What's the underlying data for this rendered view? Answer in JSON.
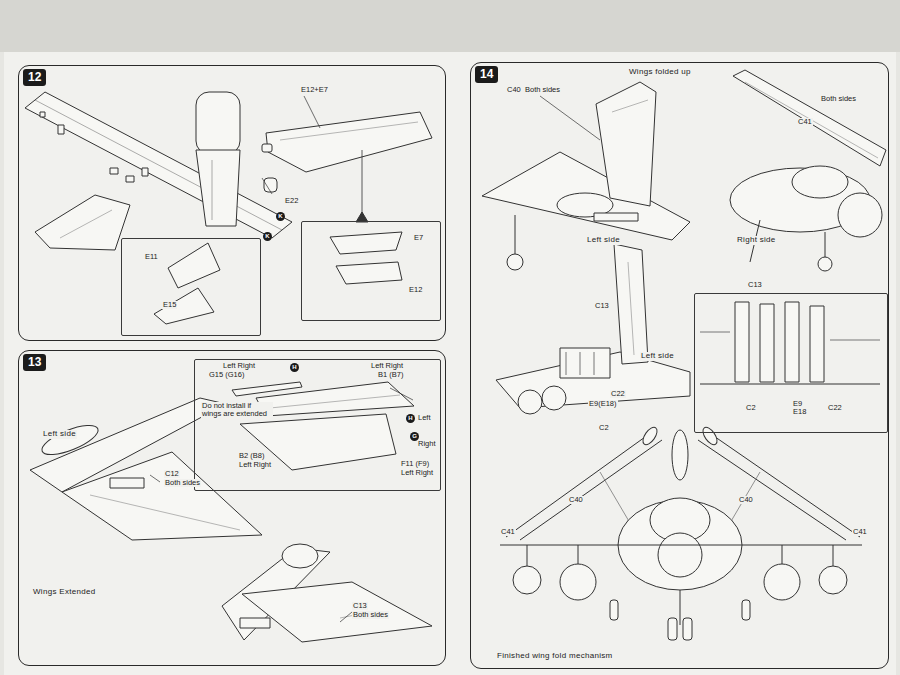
{
  "diagram": {
    "nodes": [
      {
        "text": [
          "12"
        ]
      },
      {
        "text": [
          "E7",
          "E12"
        ],
        "in": 0
      },
      {
        "text": [
          "E11",
          "E15"
        ],
        "in": 0
      },
      {
        "text": [
          "13"
        ]
      },
      {
        "text": [
          "Left Right",
          "G15 (G16)",
          "Do not install if wings are extended",
          "Left Right",
          "B1 (B7)",
          "B2 (B8)",
          "Left Right",
          "Left",
          "Right",
          "F11 (F9)",
          "Left Right"
        ],
        "in": 3
      },
      {
        "text": [
          "14"
        ]
      },
      {
        "text": [
          "C13",
          "C2",
          "E9 E18",
          "C22"
        ],
        "in": 5
      }
    ],
    "labels": [
      "E12+E7",
      "E22",
      "K",
      "K",
      "Left side",
      "C12",
      "Both sides",
      "Wings Extended",
      "C13",
      "Both sides",
      "H",
      "H",
      "G",
      "Wings folded up",
      "C40",
      "Both sides",
      "Left side",
      "C41",
      "Both sides",
      "Right side",
      "C13",
      "Left side",
      "C22",
      "E9(E18)",
      "C2",
      "C40",
      "C40",
      "C41",
      "C41",
      "Finished wing fold mechanism"
    ]
  }
}
